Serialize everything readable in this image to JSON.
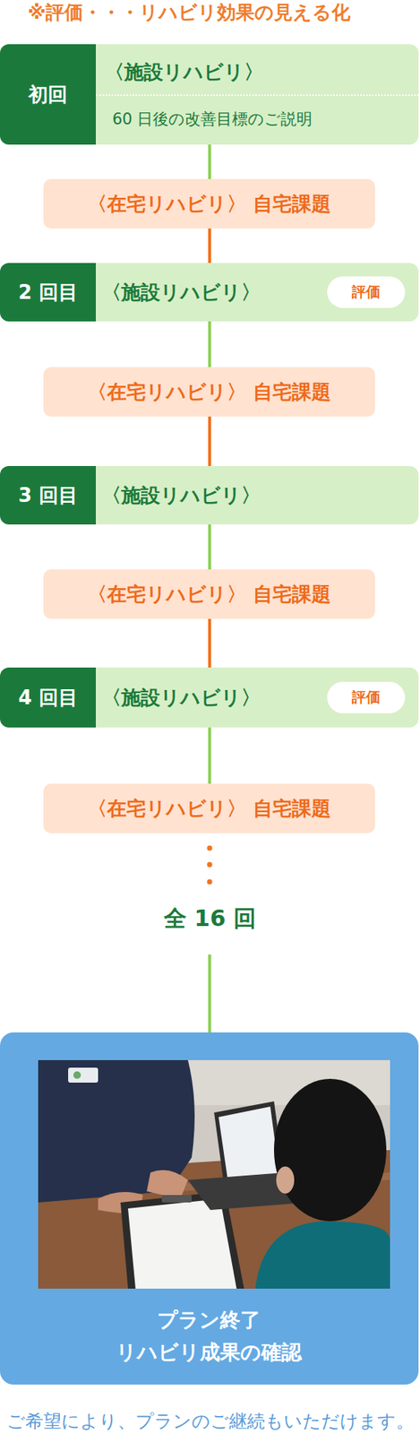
{
  "diagram": {
    "title": "※評価・・・リハビリ効果の見える化",
    "caption": "ご希望により、プランのご継続もいただけます。",
    "nodes": [
      {
        "text": [
          "初回",
          "〈施設リハビリ〉",
          "60 日後の改善目標のご説明"
        ]
      },
      {
        "text": [
          "〈在宅リハビリ〉 自宅課題"
        ]
      },
      {
        "text": [
          "2 回目",
          "〈施設リハビリ〉"
        ]
      },
      {
        "text": [
          "評価"
        ],
        "in": 2
      },
      {
        "text": [
          "〈在宅リハビリ〉 自宅課題"
        ]
      },
      {
        "text": [
          "3 回目",
          "〈施設リハビリ〉"
        ]
      },
      {
        "text": [
          "〈在宅リハビリ〉 自宅課題"
        ]
      },
      {
        "text": [
          "4 回目",
          "〈施設リハビリ〉"
        ]
      },
      {
        "text": [
          "評価"
        ],
        "in": 7
      },
      {
        "text": [
          "〈在宅リハビリ〉 自宅課題"
        ]
      },
      {
        "text": [
          "プラン終了 リハビリ成果の確認"
        ]
      }
    ],
    "edges": [
      {
        "from": 0,
        "to": 1,
        "arrow": "none"
      },
      {
        "from": 1,
        "to": 2,
        "arrow": "none"
      },
      {
        "from": 2,
        "to": 4,
        "arrow": "none"
      },
      {
        "from": 4,
        "to": 5,
        "arrow": "none"
      },
      {
        "from": 5,
        "to": 6,
        "arrow": "none"
      },
      {
        "from": 6,
        "to": 7,
        "arrow": "none"
      },
      {
        "from": 7,
        "to": 9,
        "arrow": "none"
      },
      {
        "from": 9,
        "to": 10,
        "label": "全 16 回",
        "arrow": "none"
      }
    ]
  }
}
